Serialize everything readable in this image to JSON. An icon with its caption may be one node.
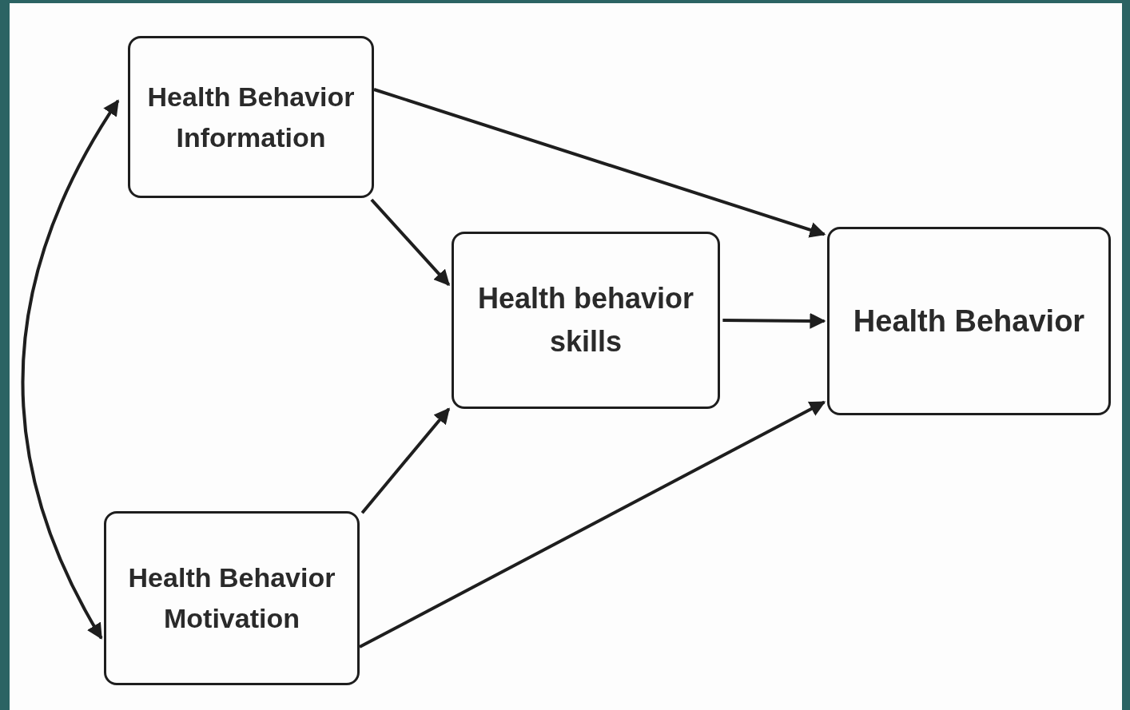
{
  "diagram": {
    "nodes": [
      {
        "text": [
          "Health Behavior Information"
        ]
      },
      {
        "text": [
          "Health behavior skills"
        ]
      },
      {
        "text": [
          "Health Behavior"
        ]
      },
      {
        "text": [
          "Health Behavior Motivation"
        ]
      }
    ],
    "edges": [
      {
        "from": 0,
        "to": 2,
        "arrow": "to"
      },
      {
        "from": 0,
        "to": 1,
        "arrow": "to"
      },
      {
        "from": 1,
        "to": 2,
        "arrow": "to"
      },
      {
        "from": 3,
        "to": 1,
        "arrow": "to"
      },
      {
        "from": 3,
        "to": 2,
        "arrow": "to"
      },
      {
        "from": 0,
        "to": 3,
        "arrow": "both"
      }
    ]
  }
}
